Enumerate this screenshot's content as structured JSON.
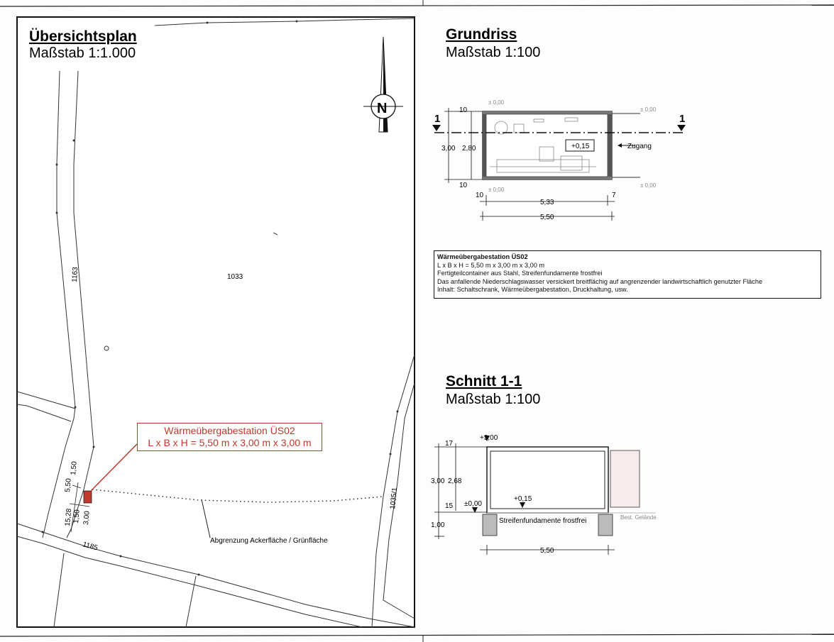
{
  "overview": {
    "title": "Übersichtsplan",
    "scale": "Maßstab 1:1.000",
    "parcel_main": "1033",
    "parcel_left": "1163",
    "parcel_right": "1035/1",
    "parcel_bottom": "1185",
    "boundary_label": "Abgrenzung Ackerfläche / Grünfläche",
    "callout_line1": "Wärmeübergabestation ÜS02",
    "callout_line2": "L x B x H = 5,50 m x 3,00 m x 3,00 m",
    "north": "N",
    "dims": {
      "d1": "1,50",
      "d2": "5,50",
      "d3": "15,28",
      "d4": "1,50",
      "d5": "3,00"
    }
  },
  "floorplan": {
    "title": "Grundriss",
    "scale": "Maßstab 1:100",
    "section_mark": "1",
    "level_inside": "+0,15",
    "access": "Zugang",
    "level_tl": "± 0,00",
    "level_tr": "± 0,00",
    "level_bl": "± 0,00",
    "level_br": "± 0,00",
    "dim_10a": "10",
    "dim_10b": "10",
    "dim_300": "3,00",
    "dim_280": "2,80",
    "dim_10c": "10",
    "dim_533": "5,33",
    "dim_7": "7",
    "dim_550": "5,50"
  },
  "info": {
    "title": "Wärmeübergabestation ÜS02",
    "line1": "L x B x H = 5,50 m x 3,00 m x 3,00 m",
    "line2": "Fertigteilcontainer aus Stahl, Streifenfundamente frostfrei",
    "line3": "Das anfallende Niederschlagswasser versickert breitflächig auf angrenzender landwirtschaftlich genutzter Fläche",
    "line4": "Inhalt: Schaltschrank, Wärmeübergabestation, Druckhaltung, usw."
  },
  "section": {
    "title": "Schnitt 1-1",
    "scale": "Maßstab 1:100",
    "top_level": "+3,00",
    "zero_level": "±0,00",
    "floor_level": "+0,15",
    "dim_17": "17",
    "dim_300": "3,00",
    "dim_268": "2,68",
    "dim_15": "15",
    "dim_100": "1,00",
    "dim_550": "5,50",
    "foundation": "Streifenfundamente frostfrei",
    "ground": "Best. Gelände"
  }
}
